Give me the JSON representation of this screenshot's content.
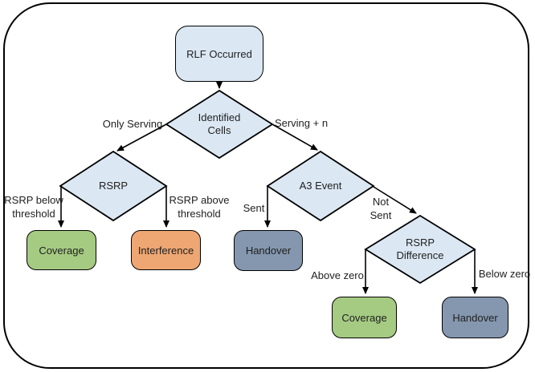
{
  "diagram": {
    "nodes": {
      "rlf_occurred": {
        "label": "RLF Occurred",
        "shape": "rounded-rectangle",
        "fill": "#dbe8f3"
      },
      "identified_cells": {
        "line1": "Identified",
        "line2": "Cells",
        "shape": "diamond",
        "fill": "#dbe8f3"
      },
      "rsrp": {
        "label": "RSRP",
        "shape": "diamond",
        "fill": "#dbe8f3"
      },
      "a3_event": {
        "label": "A3 Event",
        "shape": "diamond",
        "fill": "#dbe8f3"
      },
      "rsrp_difference": {
        "line1": "RSRP",
        "line2": "Difference",
        "shape": "diamond",
        "fill": "#dbe8f3"
      },
      "coverage_left": {
        "label": "Coverage",
        "shape": "rounded-rectangle",
        "fill": "#a5cb82"
      },
      "interference": {
        "label": "Interference",
        "shape": "rounded-rectangle",
        "fill": "#eea672"
      },
      "handover_mid": {
        "label": "Handover",
        "shape": "rounded-rectangle",
        "fill": "#8497ae"
      },
      "coverage_right": {
        "label": "Coverage",
        "shape": "rounded-rectangle",
        "fill": "#a5cb82"
      },
      "handover_right": {
        "label": "Handover",
        "shape": "rounded-rectangle",
        "fill": "#8497ae"
      }
    },
    "edge_labels": {
      "only_serving": "Only Serving",
      "serving_plus_n": "Serving + n",
      "rsrp_below_l1": "RSRP below",
      "rsrp_below_l2": "threshold",
      "rsrp_above_l1": "RSRP above",
      "rsrp_above_l2": "threshold",
      "sent": "Sent",
      "not_sent_l1": "Not",
      "not_sent_l2": "Sent",
      "above_zero": "Above zero",
      "below_zero": "Below zero"
    },
    "colors": {
      "decision_fill": "#dbe8f3",
      "coverage_fill": "#a5cb82",
      "interference_fill": "#eea672",
      "handover_fill": "#8497ae",
      "stroke": "#000000",
      "text": "#1f1f1f",
      "background": "#ffffff"
    }
  }
}
